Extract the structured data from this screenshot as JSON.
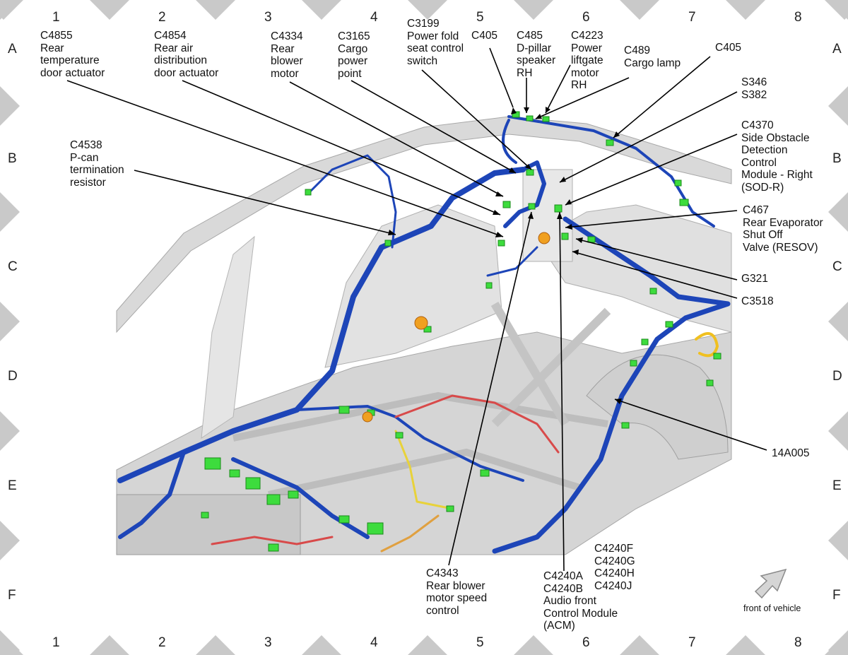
{
  "grid": {
    "columns": [
      "1",
      "2",
      "3",
      "4",
      "5",
      "6",
      "7",
      "8"
    ],
    "rows": [
      "A",
      "B",
      "C",
      "D",
      "E",
      "F"
    ]
  },
  "callouts": {
    "c4855": [
      "C4855",
      "Rear",
      "temperature",
      "door actuator"
    ],
    "c4854": [
      "C4854",
      "Rear air",
      "distribution",
      "door actuator"
    ],
    "c4334": [
      "C4334",
      "Rear",
      "blower",
      "motor"
    ],
    "c3165": [
      "C3165",
      "Cargo",
      "power",
      "point"
    ],
    "c3199": [
      "C3199",
      "Power fold",
      "seat control",
      "switch"
    ],
    "c405_top": [
      "C405"
    ],
    "c485": [
      "C485",
      "D-pillar",
      "speaker",
      "RH"
    ],
    "c4223": [
      "C4223",
      "Power",
      "liftgate",
      "motor",
      "RH"
    ],
    "c489": [
      "C489",
      "Cargo lamp"
    ],
    "c405_right": [
      "C405"
    ],
    "s346": [
      "S346",
      "S382"
    ],
    "c4370": [
      "C4370",
      "Side Obstacle",
      "Detection",
      "Control",
      "Module - Right",
      "(SOD-R)"
    ],
    "c4538": [
      "C4538",
      "P-can",
      "termination",
      "resistor"
    ],
    "c467": [
      "C467",
      "Rear Evaporator",
      "Shut Off",
      "Valve (RESOV)"
    ],
    "g321": [
      "G321"
    ],
    "c3518": [
      "C3518"
    ],
    "w14a005": [
      "14A005"
    ],
    "c4343": [
      "C4343",
      "Rear blower",
      "motor speed",
      "control"
    ],
    "c4240a": [
      "C4240A",
      "C4240B",
      "Audio front",
      "Control Module",
      "(ACM)"
    ],
    "c4240f": [
      "C4240F",
      "C4240G",
      "C4240H",
      "C4240J"
    ]
  },
  "orientation": {
    "label": "front of vehicle",
    "icon": "arrow-icon"
  },
  "colors": {
    "harness_blue": "#1d45b8",
    "connector_green": "#3ddc3d",
    "wire_red": "#d84a4a",
    "wire_yellow": "#e8d23a",
    "ground_orange": "#f0a020",
    "body_gray": "#d8d8d8",
    "marker_gray": "#c9c9c9"
  }
}
